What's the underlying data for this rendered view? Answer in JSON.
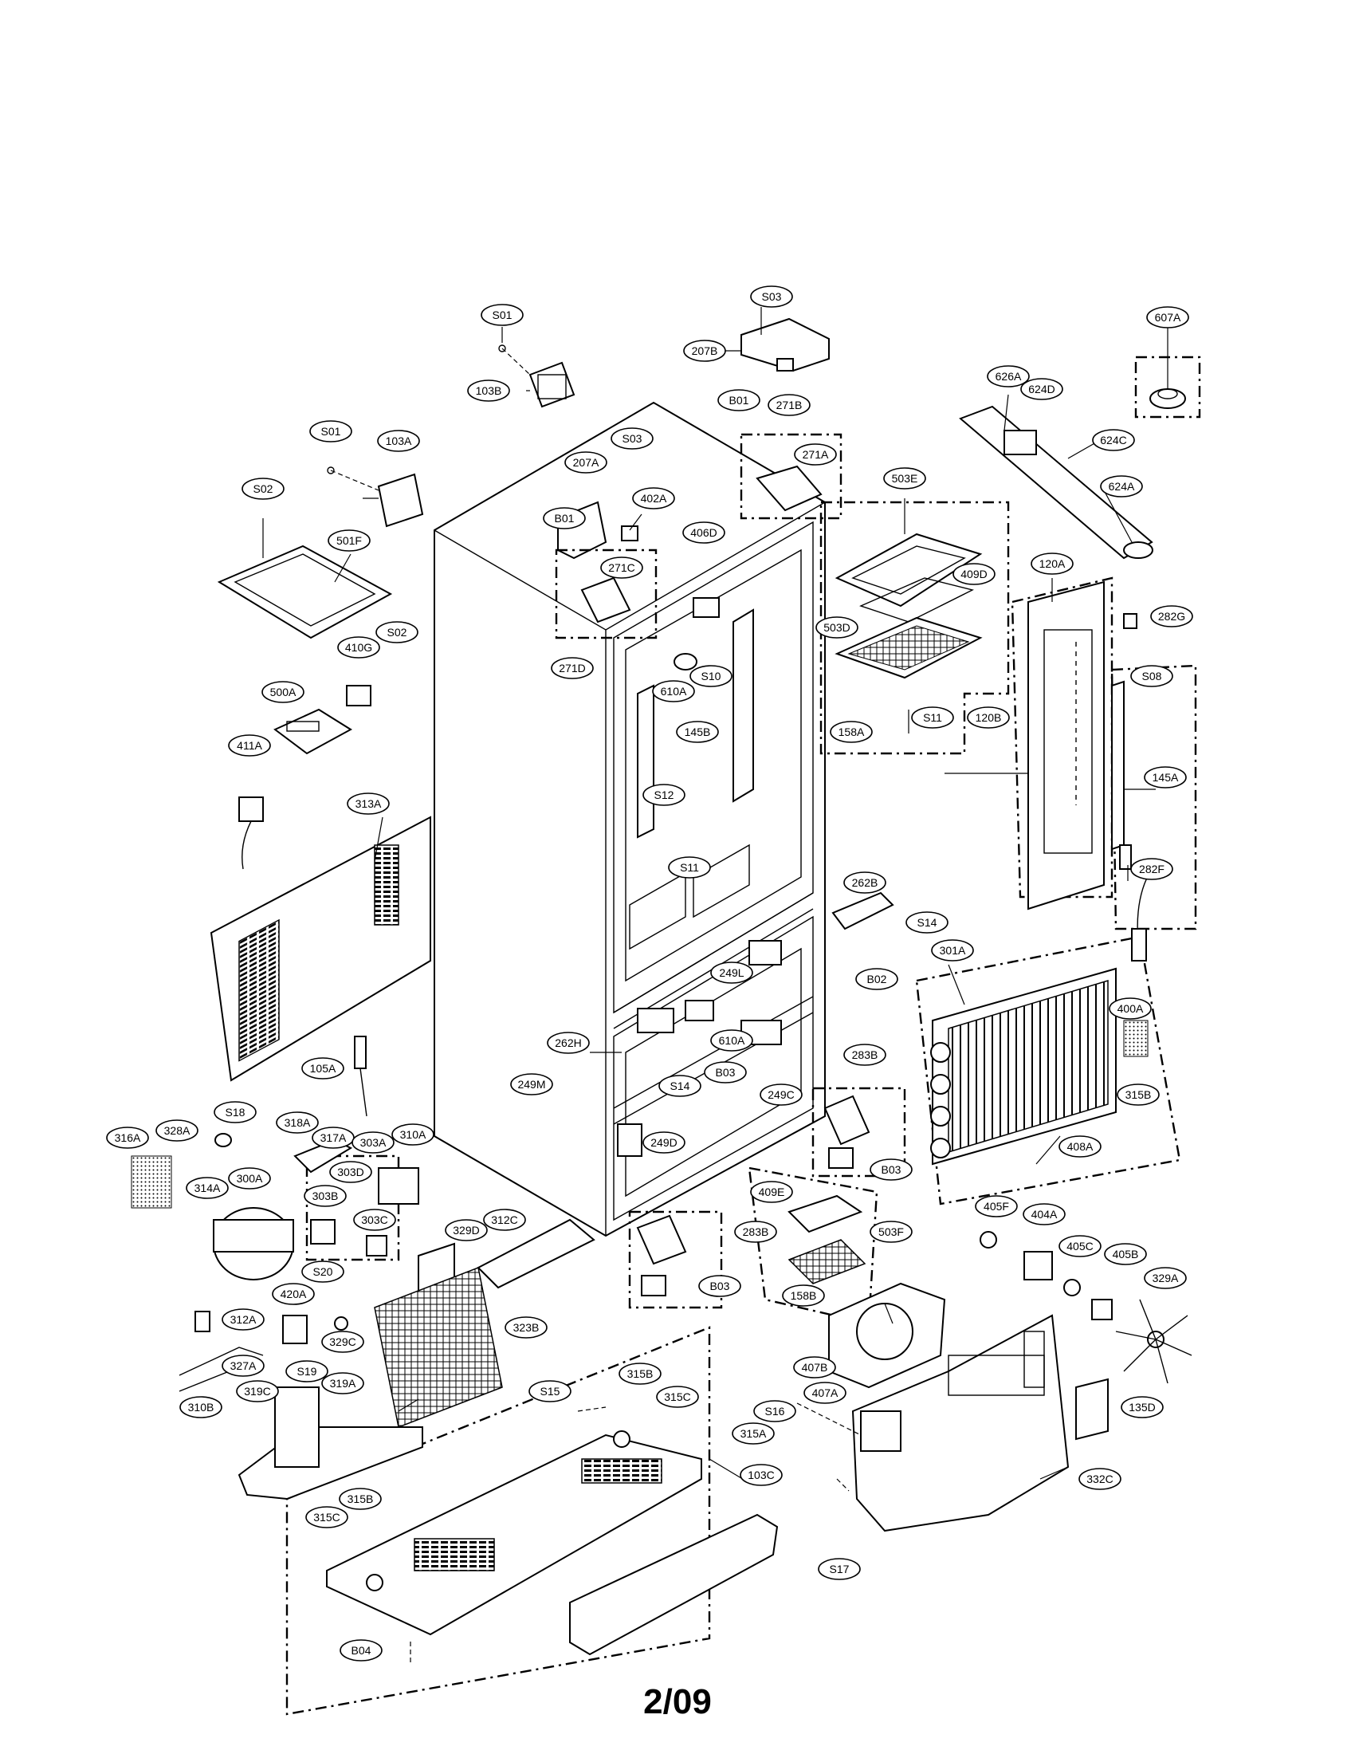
{
  "page_number": "2/09",
  "callouts": {
    "S01a": "S01",
    "S03a": "S03",
    "607A": "607A",
    "207B": "207B",
    "103B": "103B",
    "S01b": "S01",
    "103A": "103A",
    "S03b": "S03",
    "B01a": "B01",
    "271B": "271B",
    "626A": "626A",
    "624D": "624D",
    "624C": "624C",
    "624A": "624A",
    "S02a": "S02",
    "207A": "207A",
    "402A": "402A",
    "271A": "271A",
    "503E": "503E",
    "501F": "501F",
    "B01b": "B01",
    "406D": "406D",
    "271C": "271C",
    "409D": "409D",
    "120A": "120A",
    "410G": "410G",
    "S02b": "S02",
    "503D": "503D",
    "282G": "282G",
    "271D": "271D",
    "500A": "500A",
    "610Aa": "610A",
    "S10": "S10",
    "S08": "S08",
    "411A": "411A",
    "145B": "145B",
    "158A": "158A",
    "S11a": "S11",
    "120B": "120B",
    "145A": "145A",
    "313A": "313A",
    "S12": "S12",
    "S11b": "S11",
    "282F": "282F",
    "262B": "262B",
    "S14a": "S14",
    "B02": "B02",
    "301A": "301A",
    "249L": "249L",
    "400A": "400A",
    "262H": "262H",
    "610Ab": "610A",
    "B03a": "B03",
    "283Ba": "283B",
    "105A": "105A",
    "249M": "249M",
    "S14b": "S14",
    "249C": "249C",
    "315B": "315B",
    "S18": "S18",
    "318A": "318A",
    "317A": "317A",
    "310A": "310A",
    "328A": "328A",
    "316A": "316A",
    "303A": "303A",
    "249D": "249D",
    "408A": "408A",
    "B03b": "B03",
    "303D": "303D",
    "314A": "314A",
    "300A": "300A",
    "409E": "409E",
    "303B": "303B",
    "303C": "303C",
    "312C": "312C",
    "283Bb": "283B",
    "503F": "503F",
    "405F": "405F",
    "404A": "404A",
    "329D": "329D",
    "405C": "405C",
    "405B": "405B",
    "329A": "329A",
    "S20": "S20",
    "B03c": "B03",
    "158B": "158B",
    "312A": "312A",
    "420A": "420A",
    "323B": "323B",
    "329C": "329C",
    "327A": "327A",
    "407B": "407B",
    "S19": "S19",
    "319A": "319A",
    "315Ba": "315B",
    "S15": "S15",
    "407A": "407A",
    "310B": "310B",
    "319C": "319C",
    "315Ca": "315C",
    "S16": "S16",
    "135D": "135D",
    "315A": "315A",
    "103C": "103C",
    "332C": "332C",
    "315Bb": "315B",
    "315Cb": "315C",
    "S17": "S17",
    "B04": "B04"
  },
  "colors": {
    "line": "#000000",
    "background": "#ffffff"
  }
}
